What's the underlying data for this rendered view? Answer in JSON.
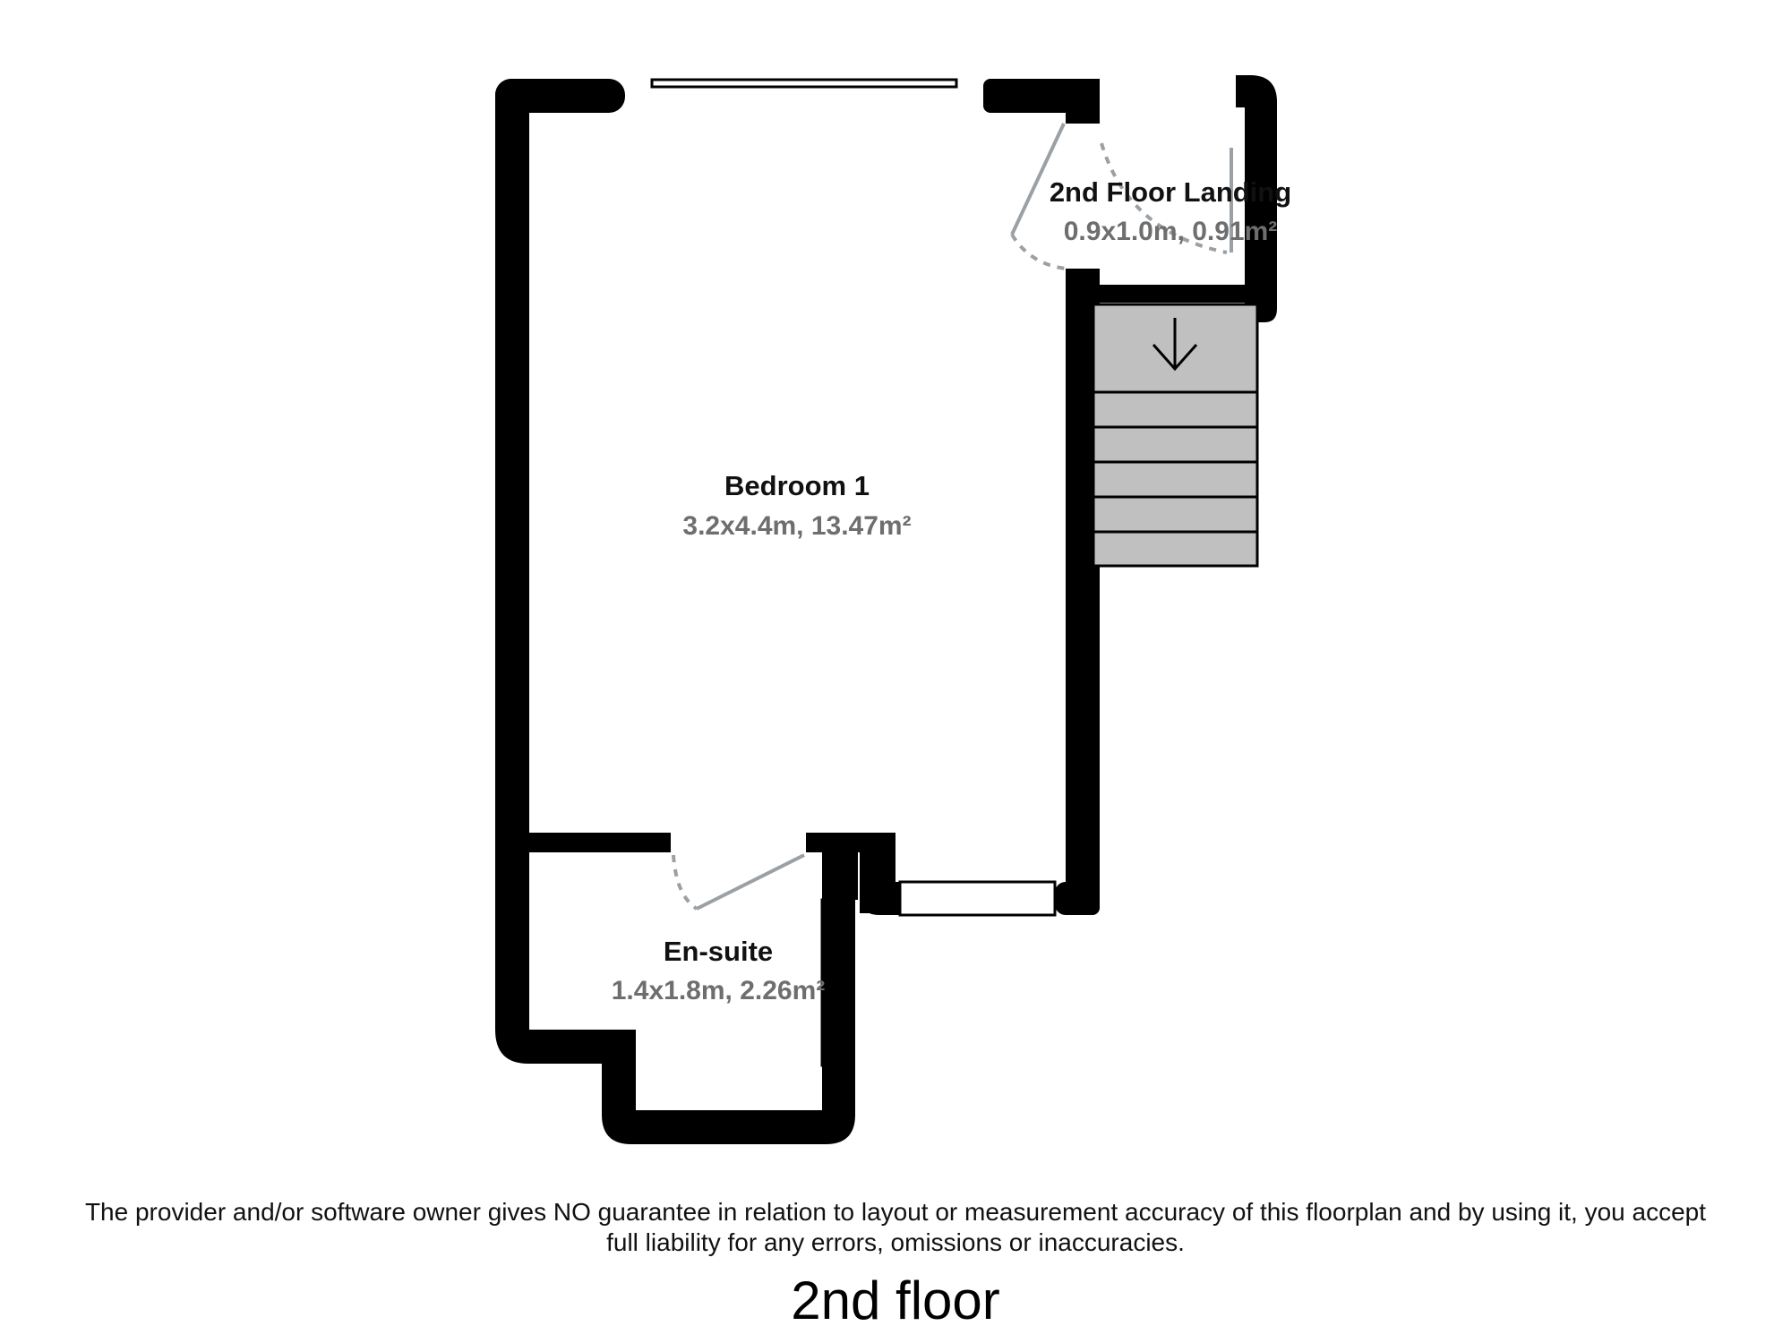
{
  "rooms": [
    {
      "name": "Bedroom 1",
      "dimensions": "3.2x4.4m, 13.47m²"
    },
    {
      "name": "2nd Floor Landing",
      "dimensions": "0.9x1.0m, 0.91m²"
    },
    {
      "name": "En-suite",
      "dimensions": "1.4x1.8m, 2.26m²"
    }
  ],
  "disclaimer": [
    "The provider and/or software owner gives NO guarantee in relation to layout or measurement accuracy of this floorplan and by using it, you accept",
    "full liability for any errors, omissions or inaccuracies."
  ],
  "floor_title": "2nd floor",
  "icons": {
    "stairs_direction": "arrow-down-icon"
  },
  "colors": {
    "wall": "#000000",
    "stairs": "#c0c0c0",
    "door": "#9aa0a4",
    "dimension_text": "#6e6e6e"
  }
}
